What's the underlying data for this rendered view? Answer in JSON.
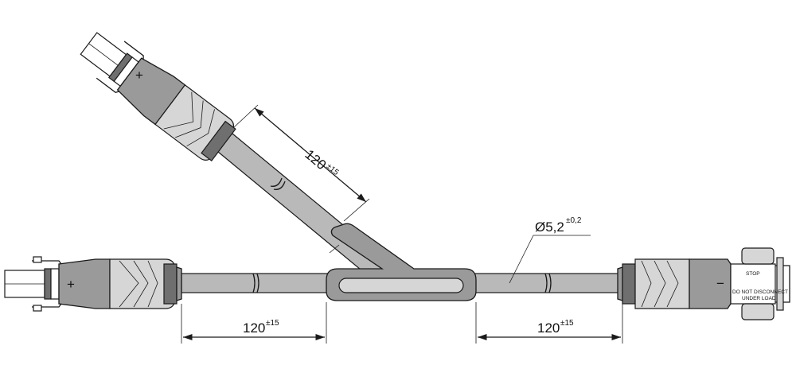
{
  "dimensions": {
    "branch_length": {
      "value": "120",
      "tolerance": "±15"
    },
    "left_length": {
      "value": "120",
      "tolerance": "±15"
    },
    "right_length": {
      "value": "120",
      "tolerance": "±15"
    },
    "cable_diameter": {
      "value": "Ø5,2",
      "tolerance": "±0,2"
    }
  },
  "connectors": {
    "branch_polarity": "+",
    "left_polarity": "+",
    "right_polarity": "−"
  },
  "right_connector_label": {
    "stop": "STOP",
    "line1": "DO  NOT  DISCONNECT",
    "line2": "UNDER  LOAD"
  }
}
